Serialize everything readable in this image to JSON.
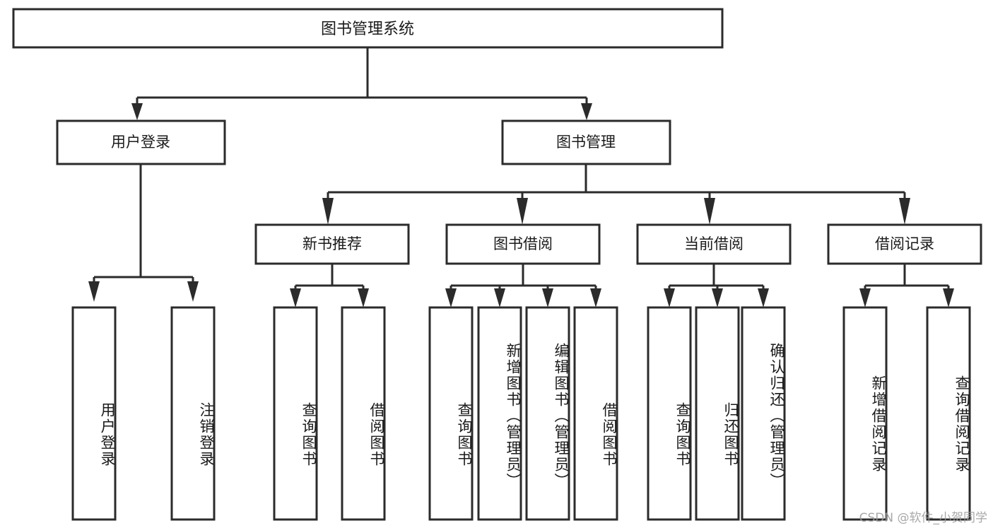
{
  "diagram": {
    "type": "tree-hierarchy",
    "title": "图书管理系统",
    "watermark": "CSDN @软件_小贺同学",
    "colors": {
      "box_fill": "#ffffff",
      "box_stroke": "#2b2b2b",
      "connector": "#2b2b2b",
      "text": "#1a1a1a",
      "watermark": "#9a9a9a",
      "background": "#ffffff"
    },
    "levels": {
      "root": {
        "label": "图书管理系统"
      },
      "level2": [
        {
          "label": "用户登录"
        },
        {
          "label": "图书管理"
        }
      ],
      "level3": [
        {
          "label": "新书推荐"
        },
        {
          "label": "图书借阅"
        },
        {
          "label": "当前借阅"
        },
        {
          "label": "借阅记录"
        }
      ]
    },
    "leaves": {
      "user_login": [
        {
          "label": "用户登录"
        },
        {
          "label": "注销登录"
        }
      ],
      "new_book": [
        {
          "label": "查询图书"
        },
        {
          "label": "借阅图书"
        }
      ],
      "book_borrow": [
        {
          "label": "查询图书"
        },
        {
          "label": "新增图书（管理员）"
        },
        {
          "label": "编辑图书（管理员）"
        },
        {
          "label": "借阅图书"
        }
      ],
      "current_borrow": [
        {
          "label": "查询图书"
        },
        {
          "label": "归还图书"
        },
        {
          "label": "确认归还（管理员）"
        }
      ],
      "borrow_record": [
        {
          "label": "新增借阅记录"
        },
        {
          "label": "查询借阅记录"
        }
      ]
    }
  }
}
